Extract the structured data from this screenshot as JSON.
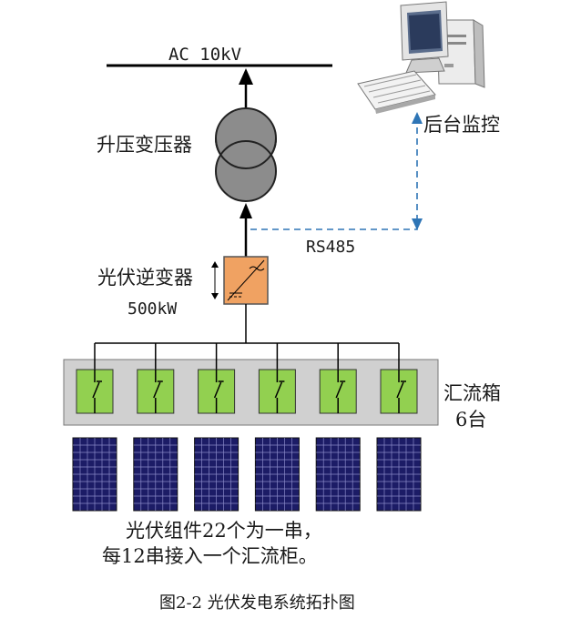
{
  "diagram": {
    "bus_label": "AC 10kV",
    "transformer_label": "升压变压器",
    "monitor_label": "后台监控",
    "comm_label": "RS485",
    "inverter_label_line1": "光伏逆变器",
    "inverter_label_line2": "500kW",
    "combiner_label_line1": "汇流箱",
    "combiner_label_line2": "6台",
    "panel_note_line1": "光伏组件22个为一串，",
    "panel_note_line2": "每12串接入一个汇流柜。",
    "caption": "图2-2 光伏发电系统拓扑图",
    "combiner_count": 6,
    "colors": {
      "transformer_fill": "#8c8c8c",
      "inverter_fill": "#f0a262",
      "combiner_box_fill": "#d0d0d0",
      "switch_fill": "#92d050",
      "panel_fill": "#1c1c66",
      "panel_grid": "#8a8ac8",
      "dashed_link": "#2e75b6"
    }
  }
}
